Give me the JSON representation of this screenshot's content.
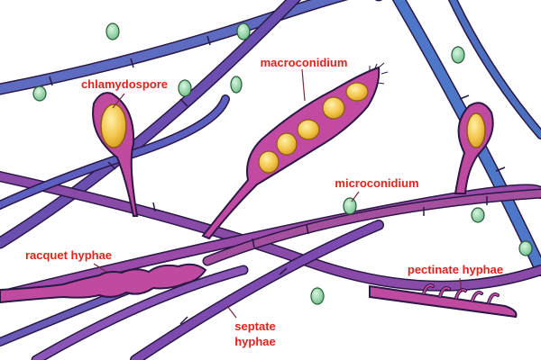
{
  "colors": {
    "label": "#e8201c",
    "leader": "#7a2a3a",
    "hypha_violet": "#6a4fb0",
    "hypha_blue": "#4d6fc0",
    "hypha_magenta": "#b0479e",
    "hypha_outline": "#2a1845",
    "conidium_fill": "#d25aa8",
    "spore_yellow": "#f2c449",
    "micro_green": "#8cd0a0",
    "background": "#ffffff"
  },
  "labels": {
    "chlamydospore": "chlamydospore",
    "macroconidium": "macroconidium",
    "microconidium": "microconidium",
    "racquet_hyphae": "racquet hyphae",
    "pectinate_hyphae": "pectinate hyphae",
    "septate_line1": "septate",
    "septate_line2": "hyphae"
  }
}
